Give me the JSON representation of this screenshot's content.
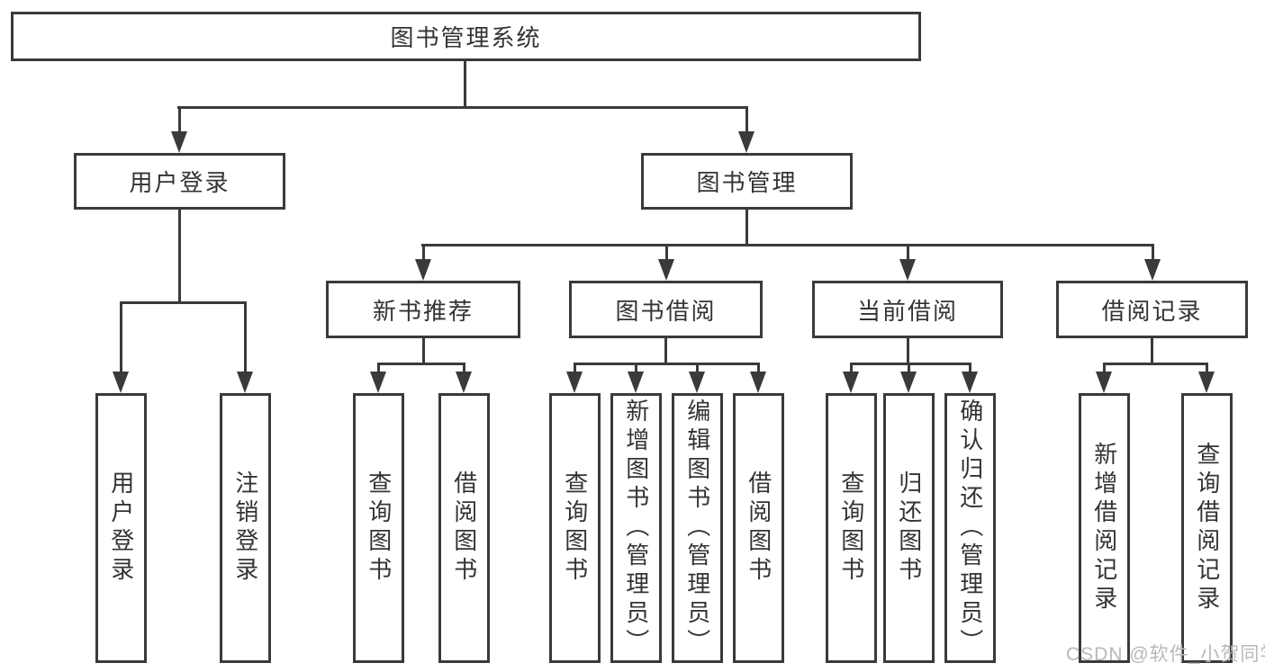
{
  "colors": {
    "line": "#3a3a3a",
    "text": "#333333",
    "watermark": "#b9b9b9",
    "background": "#ffffff"
  },
  "watermark": {
    "text": "CSDN @软件_小贺同学"
  },
  "tree": {
    "label": "图书管理系统",
    "children": [
      {
        "label": "用户登录",
        "children": [
          {
            "label": "用户登录"
          },
          {
            "label": "注销登录"
          }
        ]
      },
      {
        "label": "图书管理",
        "children": [
          {
            "label": "新书推荐",
            "children": [
              {
                "label": "查询图书"
              },
              {
                "label": "借阅图书"
              }
            ]
          },
          {
            "label": "图书借阅",
            "children": [
              {
                "label": "查询图书"
              },
              {
                "label": "新增图书（管理员）"
              },
              {
                "label": "编辑图书（管理员）"
              },
              {
                "label": "借阅图书"
              }
            ]
          },
          {
            "label": "当前借阅",
            "children": [
              {
                "label": "查询图书"
              },
              {
                "label": "归还图书"
              },
              {
                "label": "确认归还（管理员）"
              }
            ]
          },
          {
            "label": "借阅记录",
            "children": [
              {
                "label": "新增借阅记录"
              },
              {
                "label": "查询借阅记录"
              }
            ]
          }
        ]
      }
    ]
  }
}
